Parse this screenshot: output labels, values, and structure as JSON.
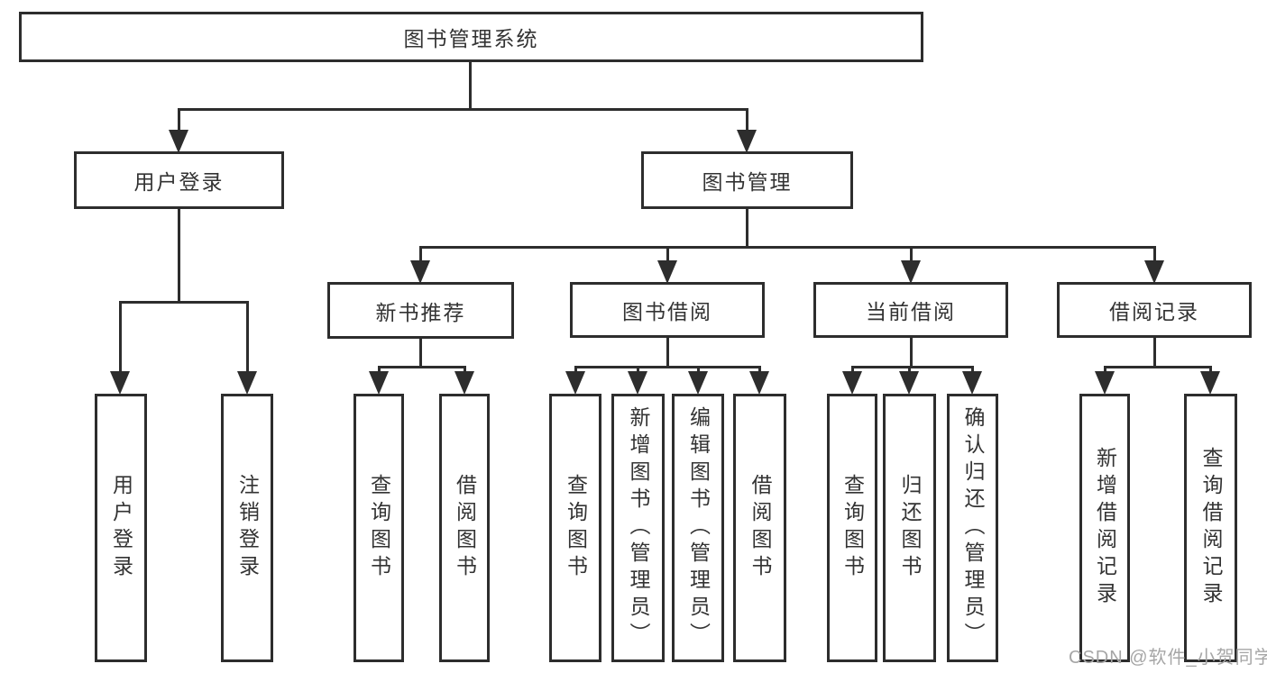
{
  "diagram_title": "图书管理系统",
  "nodes": {
    "root": "图书管理系统",
    "user_login": "用户登录",
    "book_mgmt": "图书管理",
    "new_book_rec": "新书推荐",
    "book_borrow": "图书借阅",
    "current_borrow": "当前借阅",
    "borrow_record": "借阅记录",
    "login_leaves": [
      "用户登录",
      "注销登录"
    ],
    "new_book_leaves": [
      "查询图书",
      "借阅图书"
    ],
    "borrow_leaves": [
      "查询图书",
      "新增图书（管理员）",
      "编辑图书（管理员）",
      "借阅图书"
    ],
    "current_leaves": [
      "查询图书",
      "归还图书",
      "确认归还（管理员）"
    ],
    "record_leaves": [
      "新增借阅记录",
      "查询借阅记录"
    ]
  },
  "watermark": "CSDN @软件_小贺同学",
  "colors": {
    "line": "#2d2d2d",
    "text": "#333333",
    "background": "#ffffff",
    "watermark": "#a6a6a6"
  }
}
